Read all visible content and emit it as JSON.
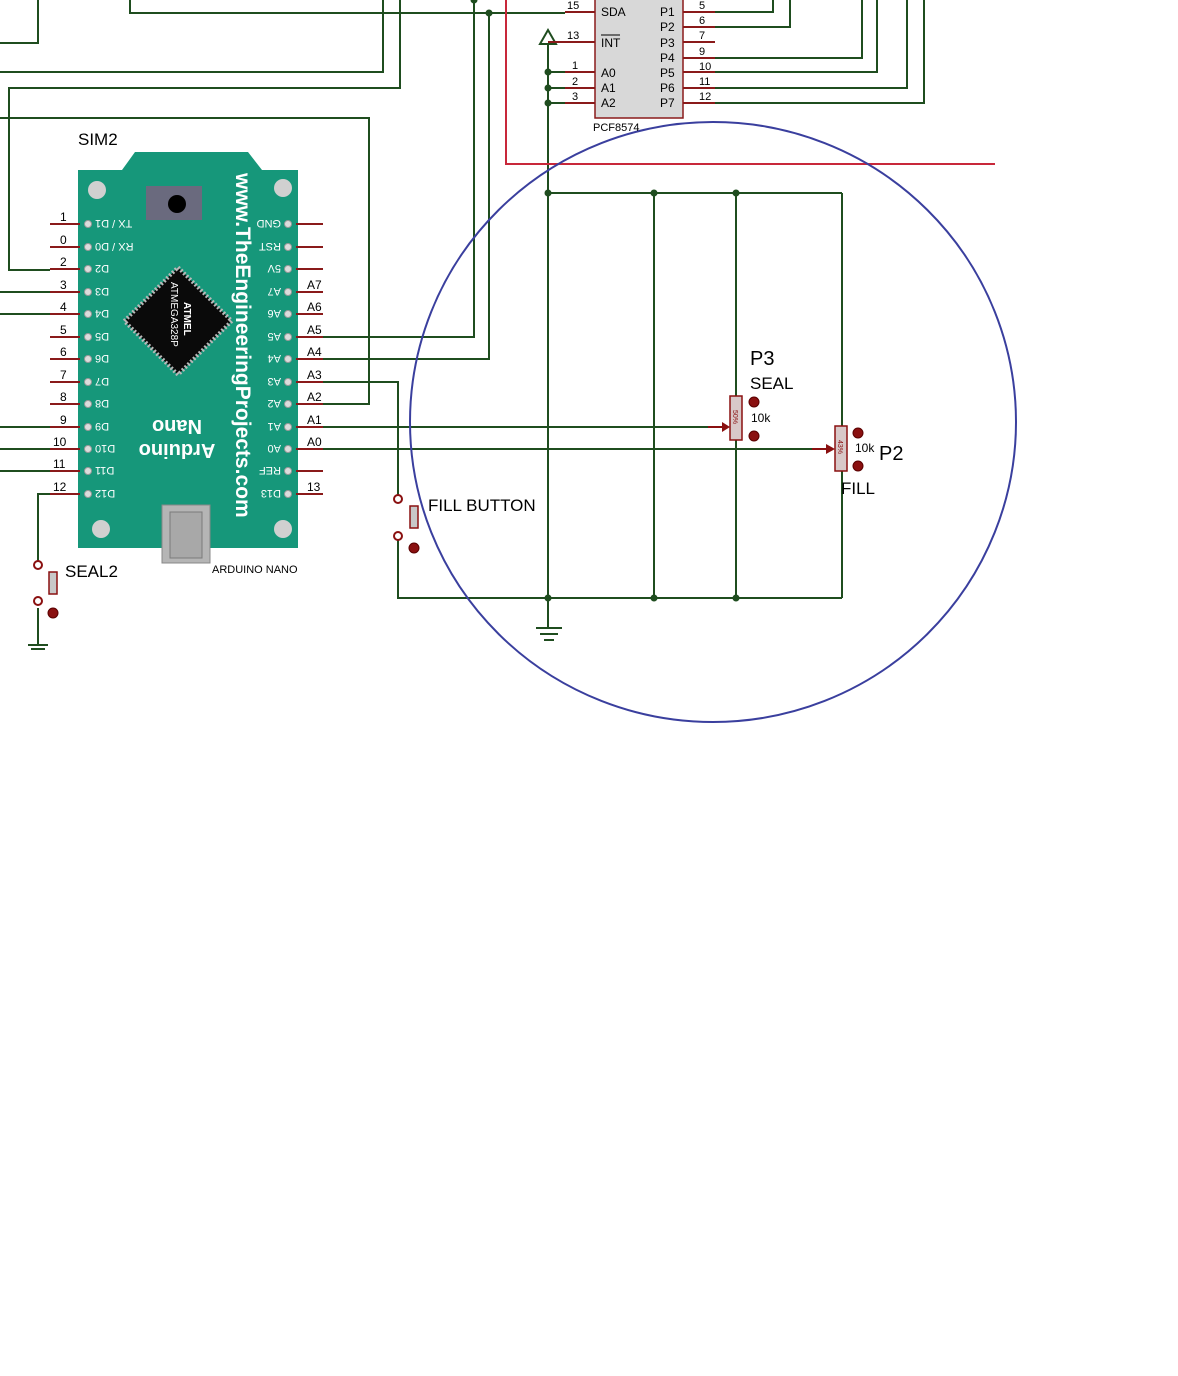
{
  "nano": {
    "ref": "SIM2",
    "part": "ARDUINO NANO",
    "website": "www.TheEngineeringProjects.com",
    "brand": "Arduino",
    "model": "Nano",
    "chip_maker": "ATMEL",
    "chip_part": "ATMEGA328P",
    "left_pins": [
      {
        "num": "1",
        "name": "TX / D1"
      },
      {
        "num": "0",
        "name": "RX / D0"
      },
      {
        "num": "2",
        "name": "D2"
      },
      {
        "num": "3",
        "name": "D3"
      },
      {
        "num": "4",
        "name": "D4"
      },
      {
        "num": "5",
        "name": "D5"
      },
      {
        "num": "6",
        "name": "D6"
      },
      {
        "num": "7",
        "name": "D7"
      },
      {
        "num": "8",
        "name": "D8"
      },
      {
        "num": "9",
        "name": "D9"
      },
      {
        "num": "10",
        "name": "D10"
      },
      {
        "num": "11",
        "name": "D11"
      },
      {
        "num": "12",
        "name": "D12"
      }
    ],
    "right_pins": [
      {
        "num": "",
        "name": "GND"
      },
      {
        "num": "",
        "name": "RST"
      },
      {
        "num": "",
        "name": "5V"
      },
      {
        "num": "A7",
        "name": "A7"
      },
      {
        "num": "A6",
        "name": "A6"
      },
      {
        "num": "A5",
        "name": "A5"
      },
      {
        "num": "A4",
        "name": "A4"
      },
      {
        "num": "A3",
        "name": "A3"
      },
      {
        "num": "A2",
        "name": "A2"
      },
      {
        "num": "A1",
        "name": "A1"
      },
      {
        "num": "A0",
        "name": "A0"
      },
      {
        "num": "",
        "name": "REF"
      },
      {
        "num": "13",
        "name": "D13"
      }
    ]
  },
  "expander": {
    "part": "PCF8574",
    "left_pins": [
      {
        "num": "15",
        "name": "SDA"
      },
      {
        "num": "13",
        "name": "INT"
      },
      {
        "num": "1",
        "name": "A0"
      },
      {
        "num": "2",
        "name": "A1"
      },
      {
        "num": "3",
        "name": "A2"
      }
    ],
    "right_pins": [
      {
        "num": "5",
        "name": "P1"
      },
      {
        "num": "6",
        "name": "P2"
      },
      {
        "num": "7",
        "name": "P3"
      },
      {
        "num": "9",
        "name": "P4"
      },
      {
        "num": "10",
        "name": "P5"
      },
      {
        "num": "11",
        "name": "P6"
      },
      {
        "num": "12",
        "name": "P7"
      }
    ]
  },
  "seal2": {
    "label": "SEAL2"
  },
  "fill_button": {
    "label": "FILL BUTTON"
  },
  "p3": {
    "ref": "P3",
    "name": "SEAL",
    "value": "10k",
    "setting": "50%"
  },
  "p2": {
    "ref": "P2",
    "name": "FILL",
    "value": "10k",
    "setting": "43%"
  },
  "colors": {
    "wire": "#1f4d1f",
    "power_wire": "#c8283a",
    "board": "#16977a",
    "highlight_circle": "#3a3f9e",
    "pin_stub": "#8a1a1a"
  }
}
